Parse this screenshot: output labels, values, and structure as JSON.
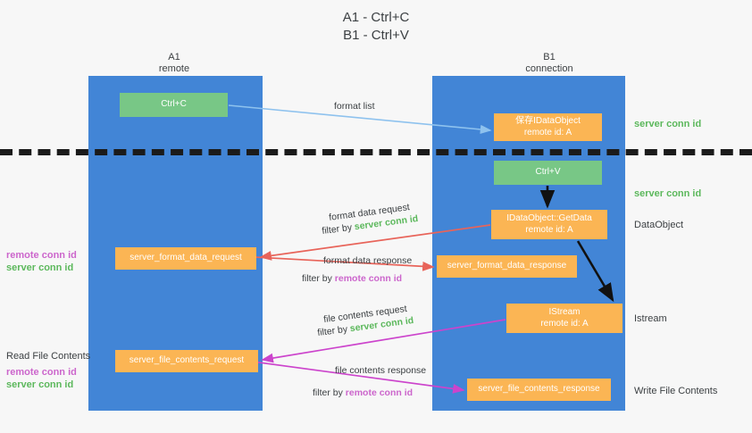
{
  "title": {
    "line1": "A1 - Ctrl+C",
    "line2": "B1 - Ctrl+V"
  },
  "lanes": [
    {
      "id": "a1",
      "name": "A1",
      "sub": "remote"
    },
    {
      "id": "b1",
      "name": "B1",
      "sub": "connection"
    }
  ],
  "boxes": {
    "ctrl_c": "Ctrl+C",
    "save_idataobject_l1": "保存IDataObject",
    "save_idataobject_l2": "remote id: A",
    "ctrl_v": "Ctrl+V",
    "getdata_l1": "IDataObject::GetData",
    "getdata_l2": "remote id: A",
    "server_format_data_request": "server_format_data_request",
    "server_format_data_response": "server_format_data_response",
    "istream_l1": "IStream",
    "istream_l2": "remote id: A",
    "server_file_contents_request": "server_file_contents_request",
    "server_file_contents_response": "server_file_contents_response"
  },
  "right_annotations": {
    "server_conn_id_top": "server conn id",
    "server_conn_id_mid": "server conn id",
    "data_object": "DataObject",
    "istream": "Istream",
    "write_file_contents": "Write File Contents"
  },
  "left_annotations": {
    "remote_conn_id_1": "remote conn id",
    "server_conn_id_1": "server conn id",
    "read_file_contents": "Read File Contents",
    "remote_conn_id_2": "remote conn id",
    "server_conn_id_2": "server conn id"
  },
  "edge_labels": {
    "format_list": "format list",
    "format_data_request": "format data request",
    "filter_by": "filter by ",
    "server_conn_id": "server conn id",
    "remote_conn_id": "remote conn id",
    "format_data_response": "format data response",
    "file_contents_request": "file contents request",
    "file_contents_response": "file contents response"
  },
  "colors": {
    "lane": "#4285d6",
    "green_box": "#78c786",
    "orange_box": "#fbb554",
    "green_text": "#5cb85c",
    "purple_text": "#cc66cc",
    "red_arrow": "#e8645a",
    "magenta_arrow": "#cc44cc",
    "blue_arrow": "#8ec2ee",
    "black_arrow": "#000000",
    "background": "#f7f7f7"
  }
}
